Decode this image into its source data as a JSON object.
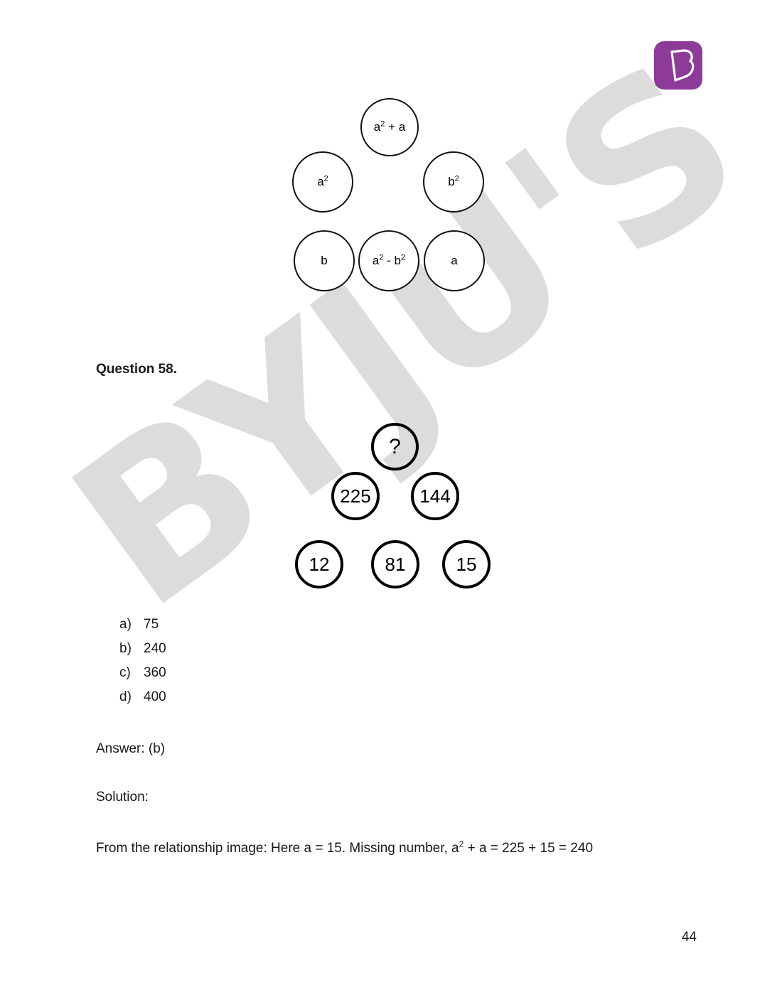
{
  "logo": {
    "name": "byjus-logo",
    "brand_color": "#8e3a99",
    "letter": "B"
  },
  "watermark": {
    "text": "BYJU'S",
    "color": "#dcdcdc"
  },
  "relationship_diagram": {
    "caption": "relationship-image",
    "nodes": [
      {
        "id": "top",
        "label_html": "a<sup>2</sup> + a",
        "plain": "a2 + a"
      },
      {
        "id": "mid-left",
        "label_html": "a<sup>2</sup>",
        "plain": "a2"
      },
      {
        "id": "mid-right",
        "label_html": "b<sup>2</sup>",
        "plain": "b2"
      },
      {
        "id": "bottom-left",
        "label_html": "b",
        "plain": "b"
      },
      {
        "id": "bottom-mid",
        "label_html": "a<sup>2</sup> - b<sup>2</sup>",
        "plain": "a2 - b2"
      },
      {
        "id": "bottom-right",
        "label_html": "a",
        "plain": "a"
      }
    ]
  },
  "question": {
    "heading": "Question 58.",
    "puzzle_nodes": [
      {
        "id": "top",
        "label": "?"
      },
      {
        "id": "mid-left",
        "label": "225"
      },
      {
        "id": "mid-right",
        "label": "144"
      },
      {
        "id": "bottom-left",
        "label": "12"
      },
      {
        "id": "bottom-mid",
        "label": "81"
      },
      {
        "id": "bottom-right",
        "label": "15"
      }
    ],
    "options": [
      {
        "letter": "a)",
        "value": "75"
      },
      {
        "letter": "b)",
        "value": "240"
      },
      {
        "letter": "c)",
        "value": "360"
      },
      {
        "letter": "d)",
        "value": "400"
      }
    ],
    "answer_label": "Answer: (b)",
    "solution_label": "Solution:",
    "solution_text_before": "From the relationship image: Here a = 15. Missing number, a",
    "solution_sup": "2",
    "solution_text_after": " + a = 225 + 15 = 240"
  },
  "footer": {
    "page_number": "44"
  }
}
